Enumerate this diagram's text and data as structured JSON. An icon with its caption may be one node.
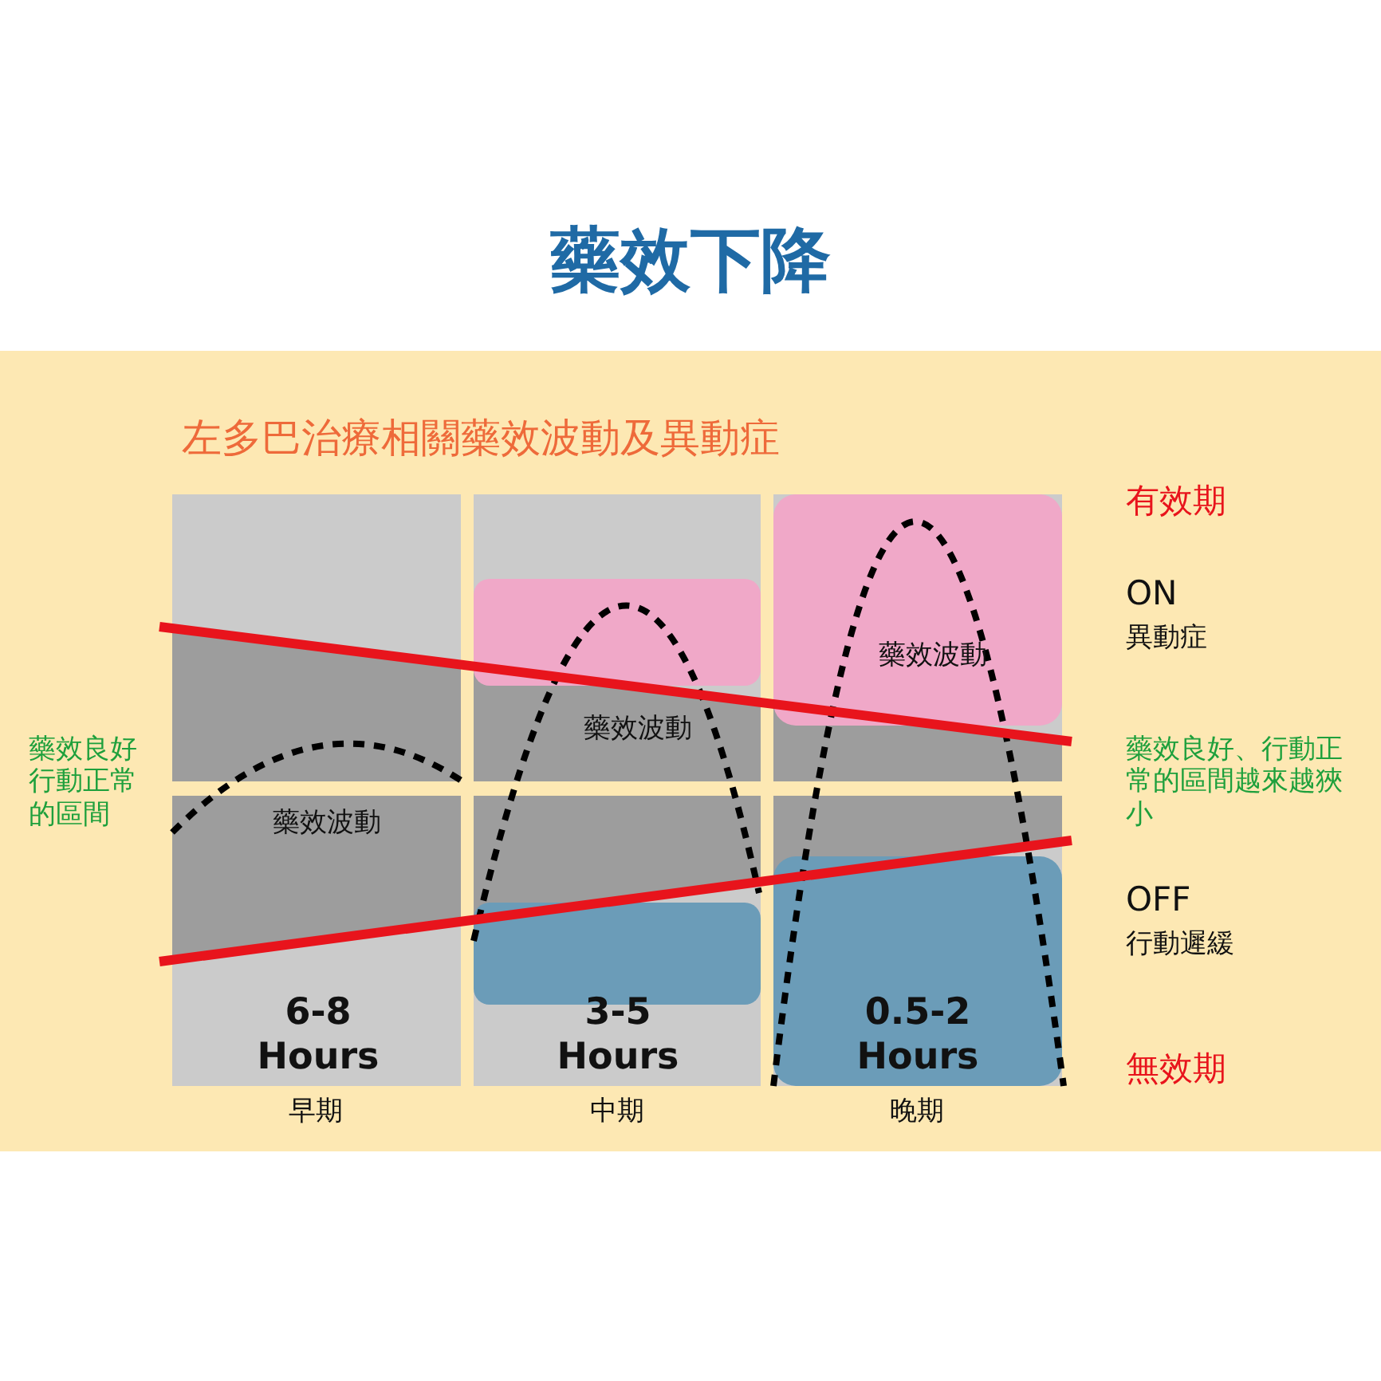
{
  "diagram": {
    "title": "藥效下降",
    "labels": [
      "左多巴治療相關藥效波動及異動症",
      "有效期",
      "ON",
      "異動症",
      "藥效波動",
      "藥效波動",
      "藥效良好行動正常的區間",
      "藥效良好、行動正常的區間越來越狹小",
      "藥效波動",
      "OFF",
      "行動遲緩",
      "6-8 Hours",
      "3-5 Hours",
      "0.5-2 Hours",
      "無效期",
      "早期",
      "中期",
      "晚期"
    ]
  }
}
